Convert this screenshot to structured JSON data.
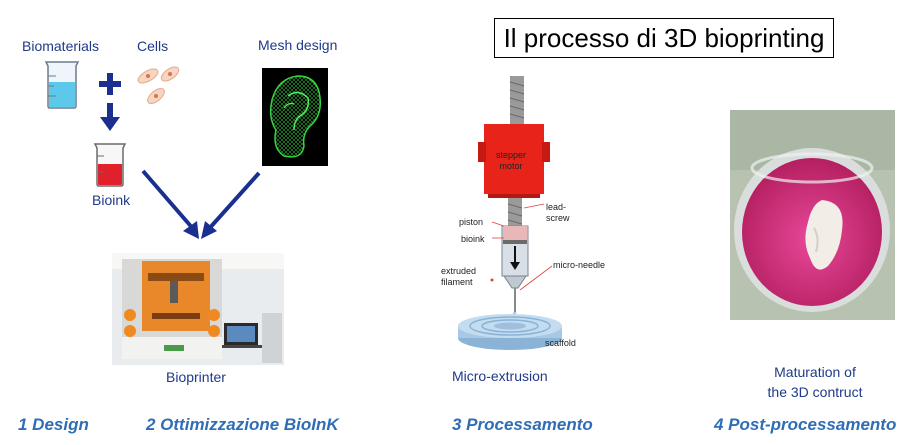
{
  "title": "Il processo di 3D bioprinting",
  "design": {
    "biomaterials": "Biomaterials",
    "cells": "Cells",
    "mesh_design": "Mesh design",
    "bioink": "Bioink",
    "bioprinter": "Bioprinter"
  },
  "extrusion": {
    "stepper_motor": "stepper\nmotor",
    "lead_screw": "lead-\nscrew",
    "piston": "piston",
    "bioink": "bioink",
    "micro_needle": "micro-needle",
    "extruded_filament": "extruded\nfilament",
    "scaffold": "scaffold",
    "caption": "Micro-extrusion"
  },
  "post": {
    "caption_line1": "Maturation of",
    "caption_line2": "the 3D contruct"
  },
  "steps": [
    "1 Design",
    "2 Ottimizzazione BioInK",
    "3 Processamento",
    "4 Post-processamento"
  ],
  "colors": {
    "label_blue": "#1f3a8a",
    "step_blue": "#2f6db5",
    "arrow_navy": "#1a2f8f",
    "bioink_red": "#e0202a",
    "motor_red": "#e8231a",
    "mesh_green": "#35d640",
    "culture_pink": "#d0307a"
  }
}
